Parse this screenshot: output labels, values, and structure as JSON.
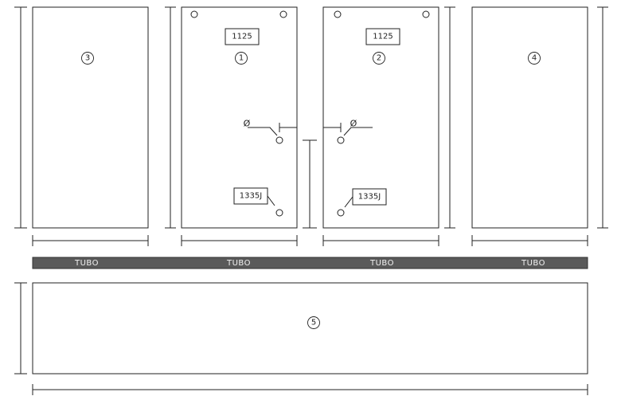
{
  "panels": [
    {
      "id": "panel-1",
      "number": "1",
      "top_label": "1125",
      "bottom_label": "1335J"
    },
    {
      "id": "panel-2",
      "number": "2",
      "top_label": "1125",
      "bottom_label": "1335J"
    },
    {
      "id": "panel-3",
      "number": "3"
    },
    {
      "id": "panel-4",
      "number": "4"
    },
    {
      "id": "panel-5",
      "number": "5"
    }
  ],
  "diameter_symbol": "Ø",
  "tube_labels": [
    "TUBO",
    "TUBO",
    "TUBO",
    "TUBO"
  ]
}
